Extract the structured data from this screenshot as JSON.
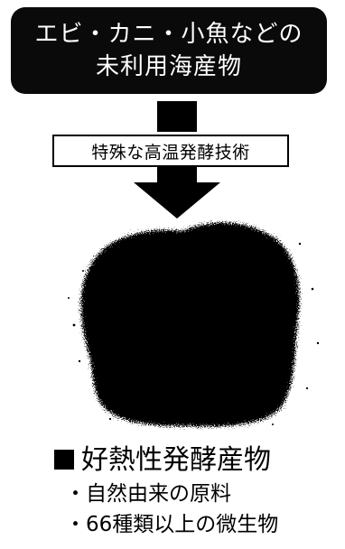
{
  "source_box": {
    "line1": "エビ・カニ・小魚などの",
    "line2": "未利用海産物"
  },
  "process_label": "特殊な高温発酵技術",
  "product": {
    "title": "好熱性発酵産物",
    "bullets": [
      "・自然由来の原料",
      "・66種類以上の微生物"
    ]
  },
  "colors": {
    "box_fill": "#0a0a0a",
    "arrow": "#000000",
    "text_on_box": "#ffffff"
  }
}
